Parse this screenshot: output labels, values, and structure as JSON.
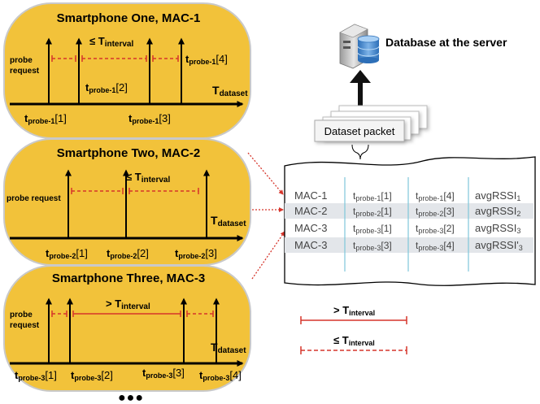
{
  "panels": [
    {
      "title": "Smartphone One, MAC-1",
      "probe_label": [
        "probe",
        "request"
      ],
      "interval_label": "≤ T",
      "interval_sub": "interval",
      "axis_label": "T",
      "axis_sub": "dataset",
      "probes": [
        {
          "t": "t",
          "sub": "probe-1",
          "idx": "[1]"
        },
        {
          "t": "t",
          "sub": "probe-1",
          "idx": "[2]"
        },
        {
          "t": "t",
          "sub": "probe-1",
          "idx": "[3]"
        },
        {
          "t": "t",
          "sub": "probe-1",
          "idx": "[4]"
        }
      ]
    },
    {
      "title": "Smartphone Two, MAC-2",
      "probe_label": [
        "probe request"
      ],
      "interval_label": "≤ T",
      "interval_sub": "interval",
      "axis_label": "T",
      "axis_sub": "dataset",
      "probes": [
        {
          "t": "t",
          "sub": "probe-2",
          "idx": "[1]"
        },
        {
          "t": "t",
          "sub": "probe-2",
          "idx": "[2]"
        },
        {
          "t": "t",
          "sub": "probe-2",
          "idx": "[3]"
        }
      ]
    },
    {
      "title": "Smartphone Three, MAC-3",
      "probe_label": [
        "probe",
        "request"
      ],
      "interval_label": "> T",
      "interval_sub": "interval",
      "axis_label": "T",
      "axis_sub": "dataset",
      "probes": [
        {
          "t": "t",
          "sub": "probe-3",
          "idx": "[1]"
        },
        {
          "t": "t",
          "sub": "probe-3",
          "idx": "[2]"
        },
        {
          "t": "t",
          "sub": "probe-3",
          "idx": "[3]"
        },
        {
          "t": "t",
          "sub": "probe-3",
          "idx": "[4]"
        }
      ]
    }
  ],
  "more_dots": "●●●",
  "server": {
    "label": "Database at the server"
  },
  "packet": {
    "label": "Dataset packet"
  },
  "table": {
    "rows": [
      [
        "MAC-1",
        {
          "t": "t",
          "sub": "probe-1",
          "idx": "[1]"
        },
        {
          "t": "t",
          "sub": "probe-1",
          "idx": "[4]"
        },
        {
          "t": "avgRSSI",
          "sub": "1",
          "idx": ""
        }
      ],
      [
        "MAC-2",
        {
          "t": "t",
          "sub": "probe-2",
          "idx": "[1]"
        },
        {
          "t": "t",
          "sub": "probe-2",
          "idx": "[3]"
        },
        {
          "t": "avgRSSI",
          "sub": "2",
          "idx": ""
        }
      ],
      [
        "MAC-3",
        {
          "t": "t",
          "sub": "probe-3",
          "idx": "[1]"
        },
        {
          "t": "t",
          "sub": "probe-3",
          "idx": "[2]"
        },
        {
          "t": "avgRSSI",
          "sub": "3",
          "idx": ""
        }
      ],
      [
        "MAC-3",
        {
          "t": "t",
          "sub": "probe-3",
          "idx": "[3]"
        },
        {
          "t": "t",
          "sub": "probe-3",
          "idx": "[4]"
        },
        {
          "t": "avgRSSI'",
          "sub": "3",
          "idx": ""
        }
      ]
    ]
  },
  "legend": {
    "solid": {
      "label": "> T",
      "sub": "interval"
    },
    "dashed": {
      "label": "≤ T",
      "sub": "interval"
    }
  },
  "colors": {
    "panel_fill": "#F2C23A",
    "panel_stroke": "#C9C9C9",
    "interval_red": "#D6352B",
    "row_shade": "#E3E6EA",
    "table_divider": "#7FC6DA",
    "arrow": "#111111"
  }
}
